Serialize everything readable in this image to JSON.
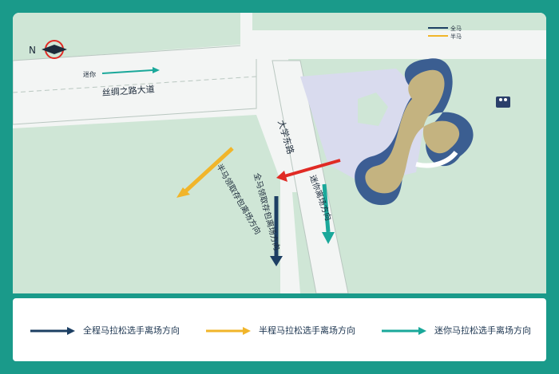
{
  "colors": {
    "frame": "#1a9a8a",
    "grass": "#cfe6d6",
    "road": "#f3f5f4",
    "plaza": "#d9dbee",
    "full_marathon": "#1c3f63",
    "half_marathon": "#f1b52a",
    "mini_marathon": "#1aa89a",
    "exit_arrow": "#e02a24"
  },
  "compass": {
    "letter": "N",
    "icon": "compass-icon"
  },
  "roads": {
    "silk_road_avenue": "丝绸之路大道",
    "university_east_road": "大学东路"
  },
  "route_labels": {
    "mini_lane": "迷你",
    "full_label": "全马",
    "half_label": "半马",
    "full_pickup": "全马领取存包离场方向",
    "half_pickup": "半马领取存包离场方向",
    "mini_exit": "迷你离场方向"
  },
  "icons": {
    "restroom": "restroom-icon"
  },
  "legend": [
    {
      "label": "全程马拉松选手离场方向",
      "icon": "dark-blue-arrow-icon",
      "color": "#1c3f63"
    },
    {
      "label": "半程马拉松选手离场方向",
      "icon": "yellow-arrow-icon",
      "color": "#f1b52a"
    },
    {
      "label": "迷你马拉松选手离场方向",
      "icon": "teal-arrow-icon",
      "color": "#1aa89a"
    }
  ]
}
